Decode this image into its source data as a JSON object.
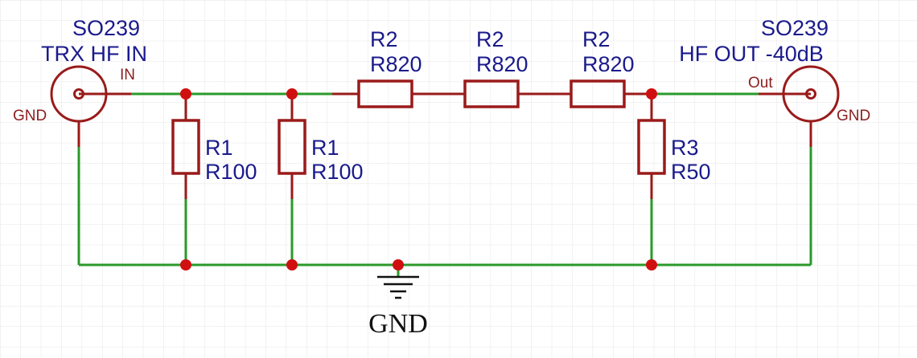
{
  "connector_in": {
    "type": "SO239",
    "name": "TRX HF IN",
    "pin": "IN",
    "gnd": "GND"
  },
  "connector_out": {
    "type": "SO239",
    "name": "HF OUT -40dB",
    "pin": "Out",
    "gnd": "GND"
  },
  "resistors": [
    {
      "id": "R1",
      "value": "R100"
    },
    {
      "id": "R1",
      "value": "R100"
    },
    {
      "id": "R2",
      "value": "R820"
    },
    {
      "id": "R2",
      "value": "R820"
    },
    {
      "id": "R2",
      "value": "R820"
    },
    {
      "id": "R3",
      "value": "R50"
    }
  ],
  "ground": {
    "label": "GND"
  },
  "colors": {
    "wire": "#2a9a2a",
    "component": "#9a1a1a",
    "junction": "#d01010",
    "text": "#1a1a8c",
    "grid": "#e4e4e4"
  }
}
